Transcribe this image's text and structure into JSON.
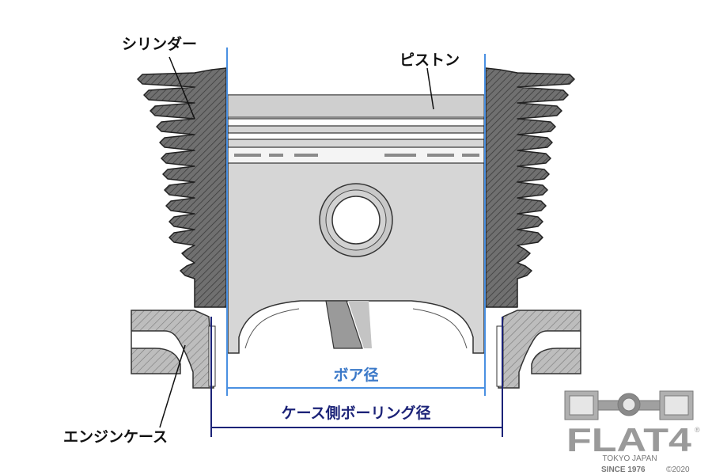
{
  "labels": {
    "cylinder": "シリンダー",
    "piston": "ピストン",
    "engine_case": "エンジンケース",
    "bore": "ボア径",
    "case_bore": "ケース側ボーリング径"
  },
  "logo": {
    "brand": "FLAT4",
    "registered": "®",
    "location": "TOKYO JAPAN",
    "since": "SINCE 1976",
    "copyright": "©2020"
  },
  "colors": {
    "bore_line": "#4a90e2",
    "case_bore_line": "#1c2378",
    "label_blue": "#3a78c8",
    "label_navy": "#1c2378",
    "cylinder_fill": "#6e6e6e",
    "case_fill": "#b9b9b9",
    "piston_fill": "#d6d6d6",
    "logo_gray": "#9a9a9a"
  }
}
